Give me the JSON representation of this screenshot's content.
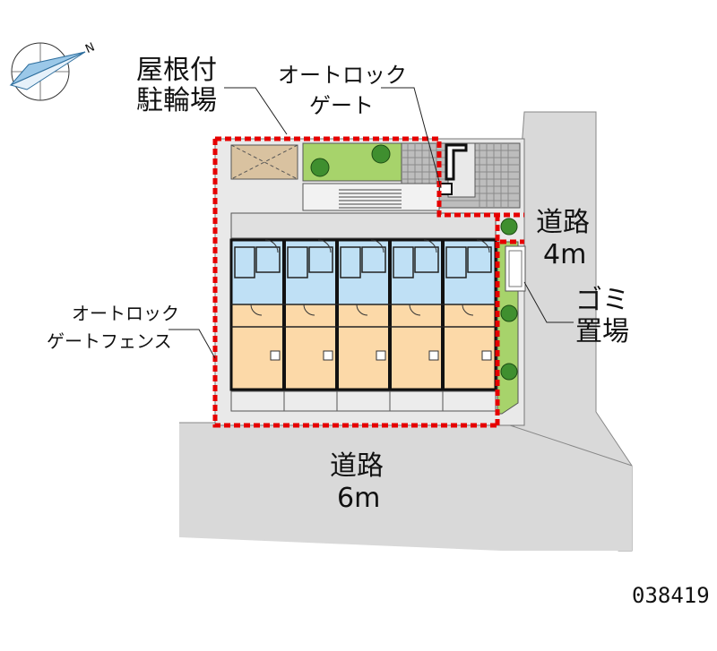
{
  "labels": {
    "roofed_bike_parking_line1": "屋根付",
    "roofed_bike_parking_line2": "駐輪場",
    "autolock_gate_line1": "オートロック",
    "autolock_gate_line2": "ゲート",
    "autolock_fence_line1": "オートロック",
    "autolock_fence_line2": "ゲートフェンス",
    "road_east_line1": "道路",
    "road_east_line2": "4m",
    "garbage_line1": "ゴミ",
    "garbage_line2": "置場",
    "road_south_line1": "道路",
    "road_south_line2": "6m",
    "map_code": "038419"
  },
  "compass": {
    "north_label": "N",
    "icon": "compass-icon"
  },
  "units_count": 5,
  "colors": {
    "road": "#d9d9d9",
    "building_wall": "#222222",
    "room_floor": "#fcd9a8",
    "wet_area": "#bfe0f5",
    "grass": "#a7d36b",
    "tree": "#3f8f2f",
    "fence": "#e60000",
    "parking": "#d9c2a0"
  }
}
